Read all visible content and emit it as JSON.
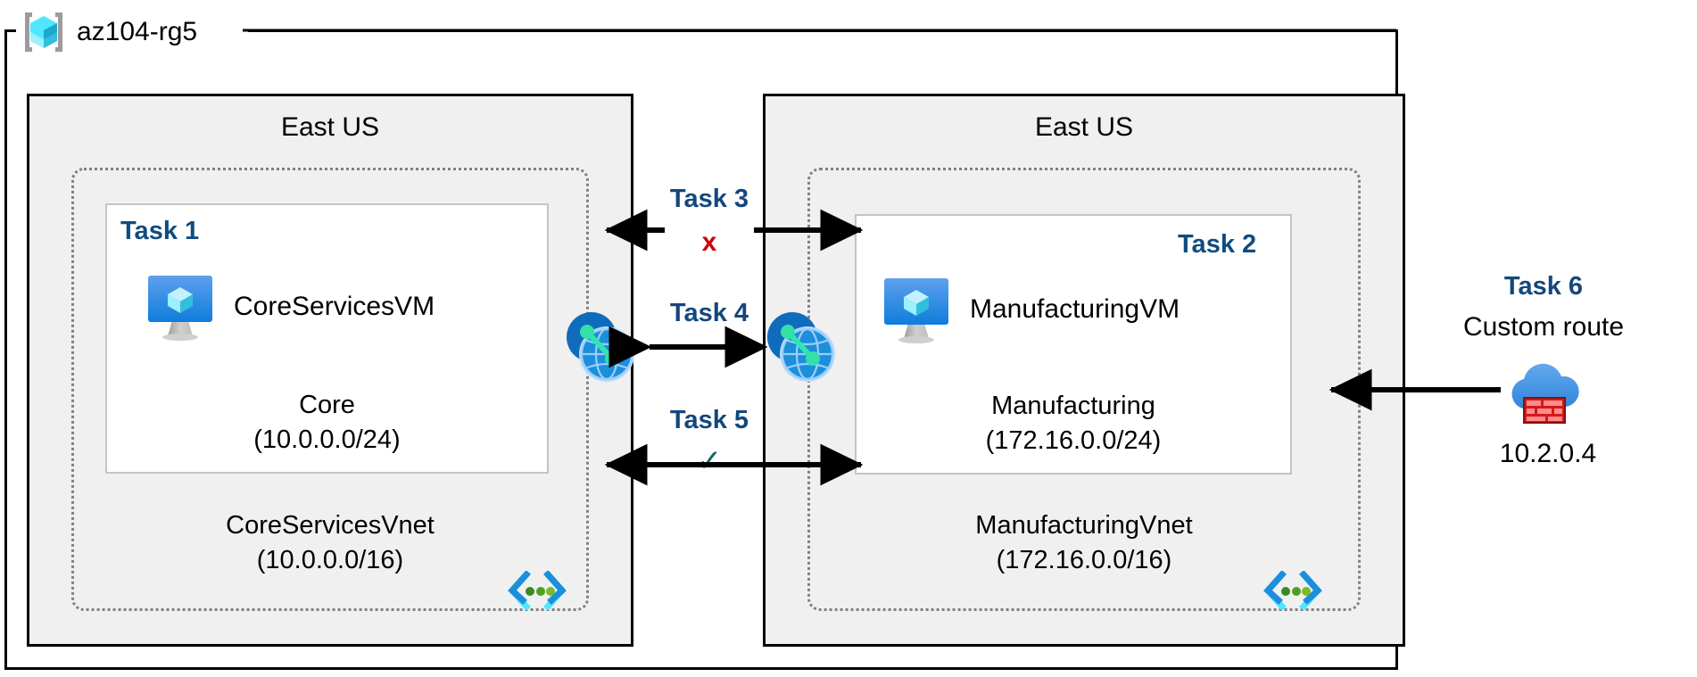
{
  "diagram": {
    "resource_group": {
      "name": "az104-rg5",
      "icon": "resource-group-cube-icon"
    },
    "regions": [
      {
        "id": "left",
        "label": "East US"
      },
      {
        "id": "right",
        "label": "East US"
      }
    ],
    "vnets": [
      {
        "id": "coreservices",
        "name": "CoreServicesVnet",
        "cidr": "(10.0.0.0/16)",
        "icon": "subnet-code-brackets-icon",
        "subnet": {
          "task_tag": "Task 1",
          "vm_name": "CoreServicesVM",
          "vm_icon": "virtual-machine-icon",
          "subnet_name": "Core",
          "subnet_cidr": "(10.0.0.0/24)"
        }
      },
      {
        "id": "manufacturing",
        "name": "ManufacturingVnet",
        "cidr": "(172.16.0.0/16)",
        "icon": "subnet-code-brackets-icon",
        "subnet": {
          "task_tag": "Task 2",
          "vm_name": "ManufacturingVM",
          "vm_icon": "virtual-machine-icon",
          "subnet_name": "Manufacturing",
          "subnet_cidr": "(172.16.0.0/24)"
        }
      }
    ],
    "middle_tasks": [
      {
        "label": "Task 3",
        "mark": "x",
        "mark_kind": "cross",
        "arrow": "double-outward"
      },
      {
        "label": "Task 4",
        "mark": "",
        "mark_kind": "none",
        "arrow": "double-headed"
      },
      {
        "label": "Task 5",
        "mark": "✓",
        "mark_kind": "check",
        "arrow": "double-outward"
      }
    ],
    "peering_icons": [
      {
        "name": "vnet-peering-icon-left"
      },
      {
        "name": "vnet-peering-icon-right"
      }
    ],
    "task6": {
      "title": "Task 6",
      "subtitle": "Custom route",
      "ip": "10.2.0.4",
      "icon": "firewall-cloud-icon",
      "arrow": "single-left"
    },
    "colors": {
      "task_navy": "#14477d",
      "cross_red": "#cc0000",
      "check_teal": "#16665f",
      "region_fill": "#f0f0f0",
      "vnet_dotted": "#808080",
      "subnet_border": "#c4c4c4",
      "azure_blue": "#0f7ddb",
      "azure_cyan": "#50e6ff",
      "firewall_red": "#e02020"
    }
  }
}
